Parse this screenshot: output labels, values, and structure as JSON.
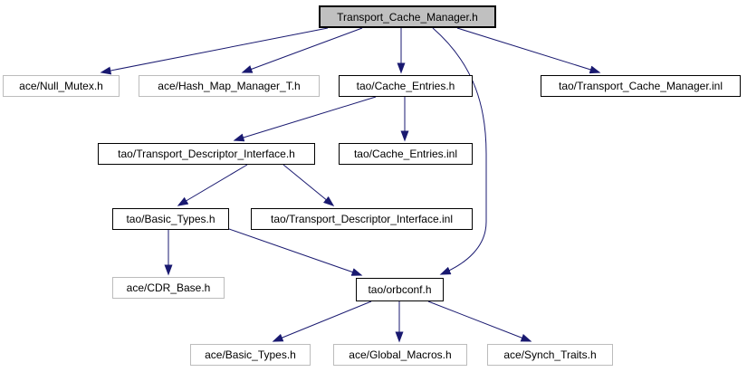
{
  "diagram": {
    "type": "include-dependency-graph",
    "root_label": "Transport_Cache_Manager.h",
    "nodes": [
      {
        "id": "transport-cache-manager-h",
        "label": "Transport_Cache_Manager.h",
        "style": "root"
      },
      {
        "id": "ace-null-mutex-h",
        "label": "ace/Null_Mutex.h",
        "style": "plain"
      },
      {
        "id": "ace-hash-map-manager-t-h",
        "label": "ace/Hash_Map_Manager_T.h",
        "style": "plain"
      },
      {
        "id": "tao-cache-entries-h",
        "label": "tao/Cache_Entries.h",
        "style": "linked"
      },
      {
        "id": "tao-transport-cache-manager-inl",
        "label": "tao/Transport_Cache_Manager.inl",
        "style": "linked"
      },
      {
        "id": "tao-transport-descriptor-interface-h",
        "label": "tao/Transport_Descriptor_Interface.h",
        "style": "linked"
      },
      {
        "id": "tao-cache-entries-inl",
        "label": "tao/Cache_Entries.inl",
        "style": "linked"
      },
      {
        "id": "tao-basic-types-h",
        "label": "tao/Basic_Types.h",
        "style": "linked"
      },
      {
        "id": "tao-transport-descriptor-interface-inl",
        "label": "tao/Transport_Descriptor_Interface.inl",
        "style": "linked"
      },
      {
        "id": "ace-cdr-base-h",
        "label": "ace/CDR_Base.h",
        "style": "plain"
      },
      {
        "id": "tao-orbconf-h",
        "label": "tao/orbconf.h",
        "style": "linked"
      },
      {
        "id": "ace-basic-types-h",
        "label": "ace/Basic_Types.h",
        "style": "plain"
      },
      {
        "id": "ace-global-macros-h",
        "label": "ace/Global_Macros.h",
        "style": "plain"
      },
      {
        "id": "ace-synch-traits-h",
        "label": "ace/Synch_Traits.h",
        "style": "plain"
      }
    ],
    "edges": [
      {
        "from": "Transport_Cache_Manager.h",
        "to": "ace/Null_Mutex.h"
      },
      {
        "from": "Transport_Cache_Manager.h",
        "to": "ace/Hash_Map_Manager_T.h"
      },
      {
        "from": "Transport_Cache_Manager.h",
        "to": "tao/Cache_Entries.h"
      },
      {
        "from": "Transport_Cache_Manager.h",
        "to": "tao/Transport_Cache_Manager.inl"
      },
      {
        "from": "Transport_Cache_Manager.h",
        "to": "tao/orbconf.h"
      },
      {
        "from": "tao/Cache_Entries.h",
        "to": "tao/Transport_Descriptor_Interface.h"
      },
      {
        "from": "tao/Cache_Entries.h",
        "to": "tao/Cache_Entries.inl"
      },
      {
        "from": "tao/Transport_Descriptor_Interface.h",
        "to": "tao/Basic_Types.h"
      },
      {
        "from": "tao/Transport_Descriptor_Interface.h",
        "to": "tao/Transport_Descriptor_Interface.inl"
      },
      {
        "from": "tao/Basic_Types.h",
        "to": "ace/CDR_Base.h"
      },
      {
        "from": "tao/Basic_Types.h",
        "to": "tao/orbconf.h"
      },
      {
        "from": "tao/orbconf.h",
        "to": "ace/Basic_Types.h"
      },
      {
        "from": "tao/orbconf.h",
        "to": "ace/Global_Macros.h"
      },
      {
        "from": "tao/orbconf.h",
        "to": "ace/Synch_Traits.h"
      }
    ]
  },
  "colors": {
    "edge": "#191970",
    "root_fill": "#c0c0c0",
    "linked_border": "#000000",
    "plain_border": "#bcbcbc",
    "background": "#ffffff",
    "text": "#000000"
  }
}
